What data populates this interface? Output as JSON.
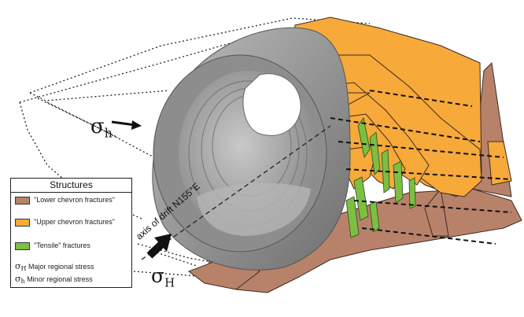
{
  "colors": {
    "lower_chevron": "#b8826a",
    "upper_chevron": "#f7a93a",
    "tensile": "#7cbf42",
    "tunnel": "#9a9a9a"
  },
  "labels": {
    "sigma_h_symbol": "σ",
    "sigma_h_sub": "h",
    "sigma_H_symbol": "σ",
    "sigma_H_sub": "H",
    "axis": "axis of drift N155°E"
  },
  "legend": {
    "title": "Structures",
    "items": [
      {
        "text": "\"Lower chevron fractures\"",
        "color": "#b8826a"
      },
      {
        "text": "\"Upper chevron fractures\"",
        "color": "#f7a93a"
      },
      {
        "text": "\"Tensile\" fractures",
        "color": "#7cbf42"
      }
    ],
    "stress": [
      {
        "symbol": "σ",
        "sub": "H",
        "text": "Major regional stress"
      },
      {
        "symbol": "σ",
        "sub": "h",
        "text": "Minor regional stress"
      }
    ]
  }
}
